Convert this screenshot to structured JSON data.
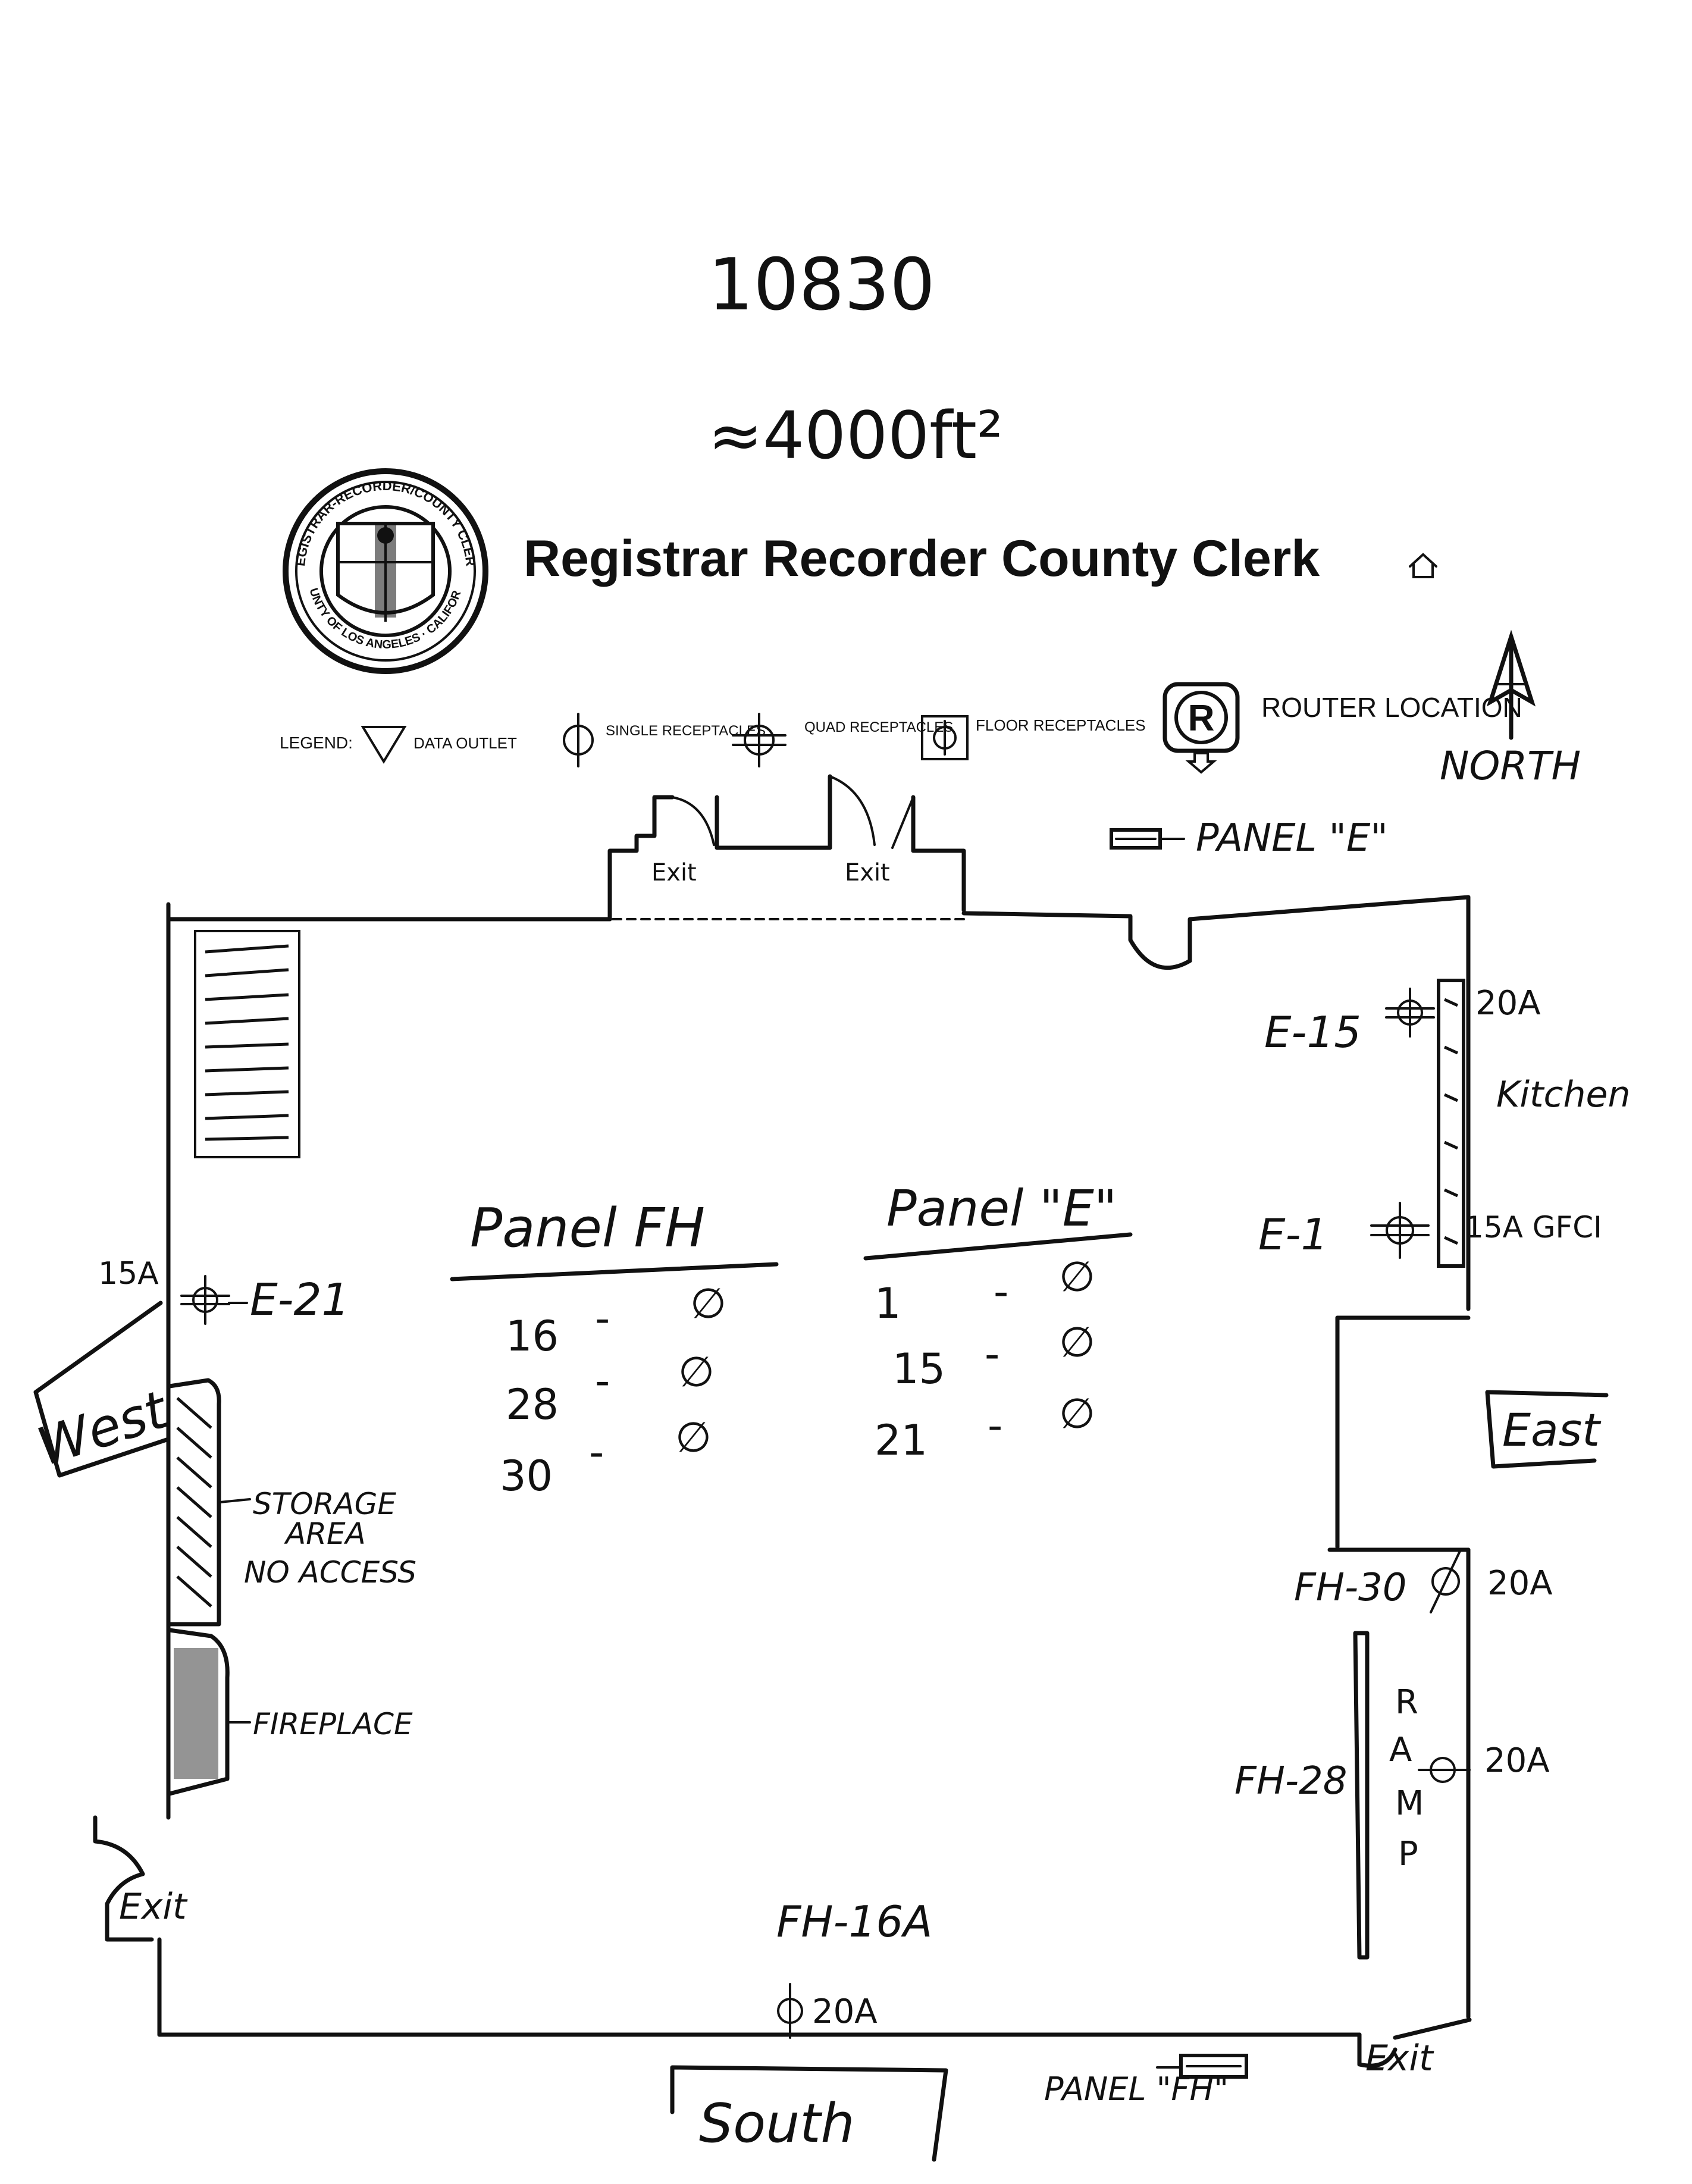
{
  "header": {
    "site_number": "10830",
    "area": "≈4000ft²",
    "org_title": "Registrar Recorder County Clerk"
  },
  "seal": {
    "outer_text": "REGISTRAR-RECORDER/COUNTY CLERK",
    "inner_text": "COUNTY OF LOS ANGELES · CALIFORNIA"
  },
  "legend": {
    "label": "LEGEND:",
    "items": [
      {
        "icon": "data-outlet-triangle",
        "label": "DATA OUTLET"
      },
      {
        "icon": "single-receptacle",
        "label": "SINGLE RECEPTACLES"
      },
      {
        "icon": "quad-receptacle",
        "label": "QUAD RECEPTACLES"
      },
      {
        "icon": "floor-receptacle",
        "label": "FLOOR RECEPTACLES"
      },
      {
        "icon": "router-r",
        "label": "ROUTER LOCATION"
      }
    ],
    "router_letter": "R"
  },
  "compass": {
    "label": "NORTH"
  },
  "directions": {
    "west": "West",
    "east": "East",
    "south": "South"
  },
  "exits": {
    "top_left": "Exit",
    "top_right": "Exit",
    "left": "Exit",
    "bottom_right": "Exit"
  },
  "panels": {
    "panel_e_label": "PANEL \"E\"",
    "panel_fh_label": "PANEL \"FH\""
  },
  "areas": {
    "storage": [
      "STORAGE",
      "AREA",
      "NO ACCESS"
    ],
    "fireplace": "FIREPLACE",
    "kitchen": "Kitchen",
    "ramp": [
      "R",
      "A",
      "M",
      "P"
    ]
  },
  "schedules": [
    {
      "title": "Panel FH",
      "rows": [
        {
          "circuit": "16",
          "dash": "-",
          "mark": "∅"
        },
        {
          "circuit": "28",
          "dash": "-",
          "mark": "∅"
        },
        {
          "circuit": "30",
          "dash": "-",
          "mark": "∅"
        }
      ]
    },
    {
      "title": "Panel \"E\"",
      "rows": [
        {
          "circuit": "1",
          "dash": "-",
          "mark": "∅"
        },
        {
          "circuit": "15",
          "dash": "-",
          "mark": "∅"
        },
        {
          "circuit": "21",
          "dash": "-",
          "mark": "∅"
        }
      ]
    }
  ],
  "receptacles": [
    {
      "id": "E-15",
      "rating": "20A"
    },
    {
      "id": "E-1",
      "rating": "15A GFCI"
    },
    {
      "id": "E-21",
      "rating": "15A"
    },
    {
      "id": "FH-30",
      "rating": "20A"
    },
    {
      "id": "FH-28",
      "rating": "20A"
    },
    {
      "id": "FH-16A",
      "rating": "20A"
    }
  ],
  "colors": {
    "ink": "#111111",
    "paper": "#ffffff"
  }
}
